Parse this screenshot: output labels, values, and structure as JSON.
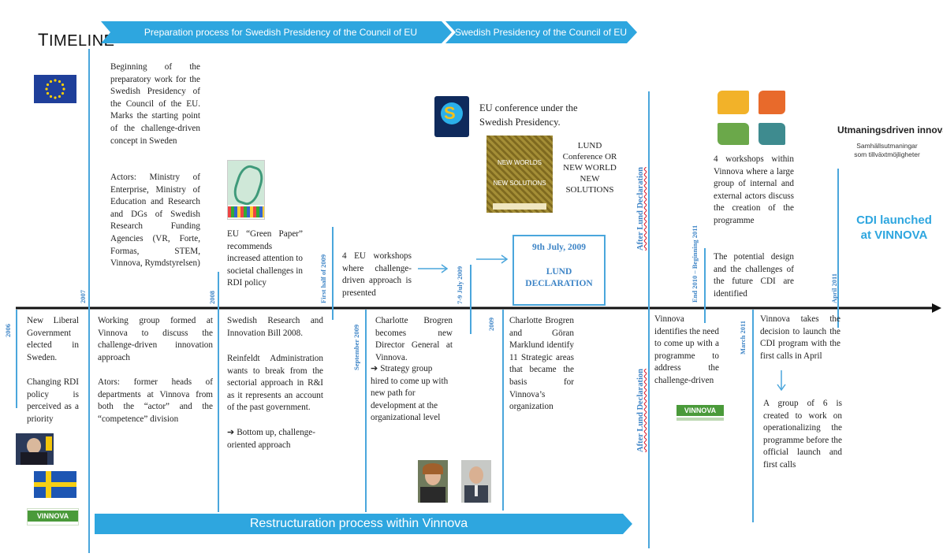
{
  "title": {
    "first": "T",
    "rest": "IMELINE"
  },
  "banners": {
    "prep": "Preparation process for Swedish Presidency of the Council of EU",
    "presidency": "Swedish Presidency of the Council of EU",
    "restructuration": "Restructuration process within Vinnova"
  },
  "dates": {
    "d2006": "2006",
    "d2007": "2007",
    "d2008": "2008",
    "first_half_2009": "First half of 2009",
    "september_2009": "September 2009",
    "july_2009": "7-9 July 2009",
    "d2009": "2009",
    "after_lund_top": "After Lund Declaration",
    "after_lund_bottom": "After Lund Declaration",
    "end2010": "End 2010 – Beginning 2011",
    "march2011": "March 2011",
    "april2011": "April 2011"
  },
  "events": {
    "beginning": "Beginning of the preparatory work for the Swedish Presidency of the Council of the EU. Marks the starting point of the challenge-driven concept in Sweden",
    "actors": "Actors: Ministry of Enterprise, Ministry of Education and Research and DGs of Swedish Research Funding Agencies (VR, Forte, Formas, STEM, Vinnova, Rymdstyrelsen)",
    "new_liberal": "New Liberal Government elected in Sweden.",
    "changing_rdi": "Changing RDI policy is perceived as a priority",
    "working_group": "Working group formed at Vinnova to discuss the challenge-driven innovation approach",
    "ators": "Ators: former heads of departments at Vinnova from both the “actor” and the “competence” division",
    "green_paper": "EU “Green Paper” recommends increased attention to societal challenges in RDI policy",
    "research_bill": "Swedish Research and Innovation Bill 2008.",
    "reinfeldt": "Reinfeldt Administration wants to break from the sectorial approach in R&I as it represents an account of the past government.",
    "bottom_up": "Bottom up, challenge-oriented approach",
    "eu_workshops": "4 EU workshops where challenge-driven approach is presented",
    "charlotte": "Charlotte Brogren becomes new Director General at Vinnova.",
    "strategy_group": "Strategy group hired to come up with new path for development at the organizational level",
    "eu_conference": "EU conference under the Swedish Presidency.",
    "book_title_1": "NEW WORLDS",
    "book_title_2": "NEW SOLUTIONS",
    "lund_conference": "LUND Conference OR NEW WORLD NEW SOLUTIONS",
    "lund_date": "9th July, 2009",
    "lund_declaration": "LUND DECLARATION",
    "brogren_marklund": "Charlotte Brogren and Göran Marklund identify 11 Strategic areas that became the basis for Vinnova’s organization",
    "vinnova_identifies": "Vinnova identifies the need to come up with a programme to address the challenge-driven",
    "workshops_4": "4 workshops within Vinnova where a large group of internal and external actors discuss the creation of the programme",
    "potential_design": "The potential design and the challenges of the future CDI are identified",
    "vinnova_decision": "Vinnova takes the decision to launch the CDI program with the first calls in April",
    "group_of_6": "A group of 6 is created to work on operationalizing the programme before the official launch and first calls",
    "utmaningsdriven": "Utmaningsdriven innovati",
    "samhall": "Samhällsutmaningar som tillväxtmöjligheter",
    "cdi_launched": "CDI launched at VINNOVA",
    "vinnova_logo": "VINNOVA"
  },
  "colors": {
    "accent": "#4aa6dc",
    "dark_blue": "#3d84c6",
    "eu_blue": "#1f3f9a",
    "vinnova_green": "#4a9a3a"
  }
}
